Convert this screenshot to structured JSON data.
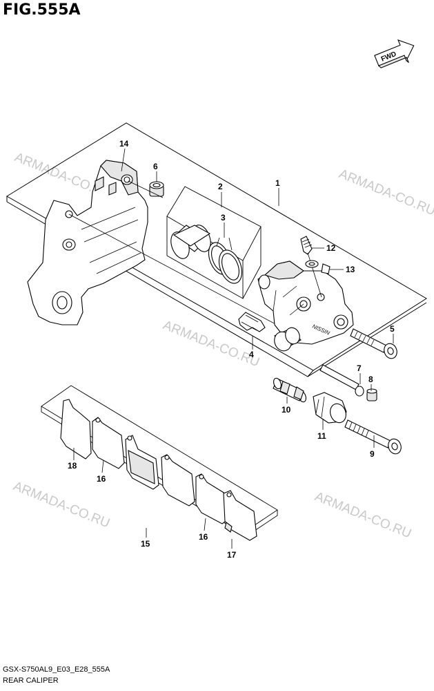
{
  "figure": {
    "title": "FIG.555A",
    "model_code": "GSX-S750AL9_E03_E28_555A",
    "section_name": "REAR CALIPER",
    "direction_label": "FWD"
  },
  "watermarks": [
    "ARMADA-CO.RU",
    "ARMADA-CO.RU",
    "ARMADA-CO.RU",
    "ARMADA-CO.RU",
    "ARMADA-CO.RU"
  ],
  "callouts": {
    "c1": "1",
    "c2": "2",
    "c3": "3",
    "c4": "4",
    "c5": "5",
    "c6": "6",
    "c7": "7",
    "c8": "8",
    "c9": "9",
    "c10": "10",
    "c11": "11",
    "c12": "12",
    "c13": "13",
    "c14": "14",
    "c15": "15",
    "c16a": "16",
    "c16b": "16",
    "c17": "17",
    "c18": "18"
  },
  "caliper_logo": "NISSIN"
}
